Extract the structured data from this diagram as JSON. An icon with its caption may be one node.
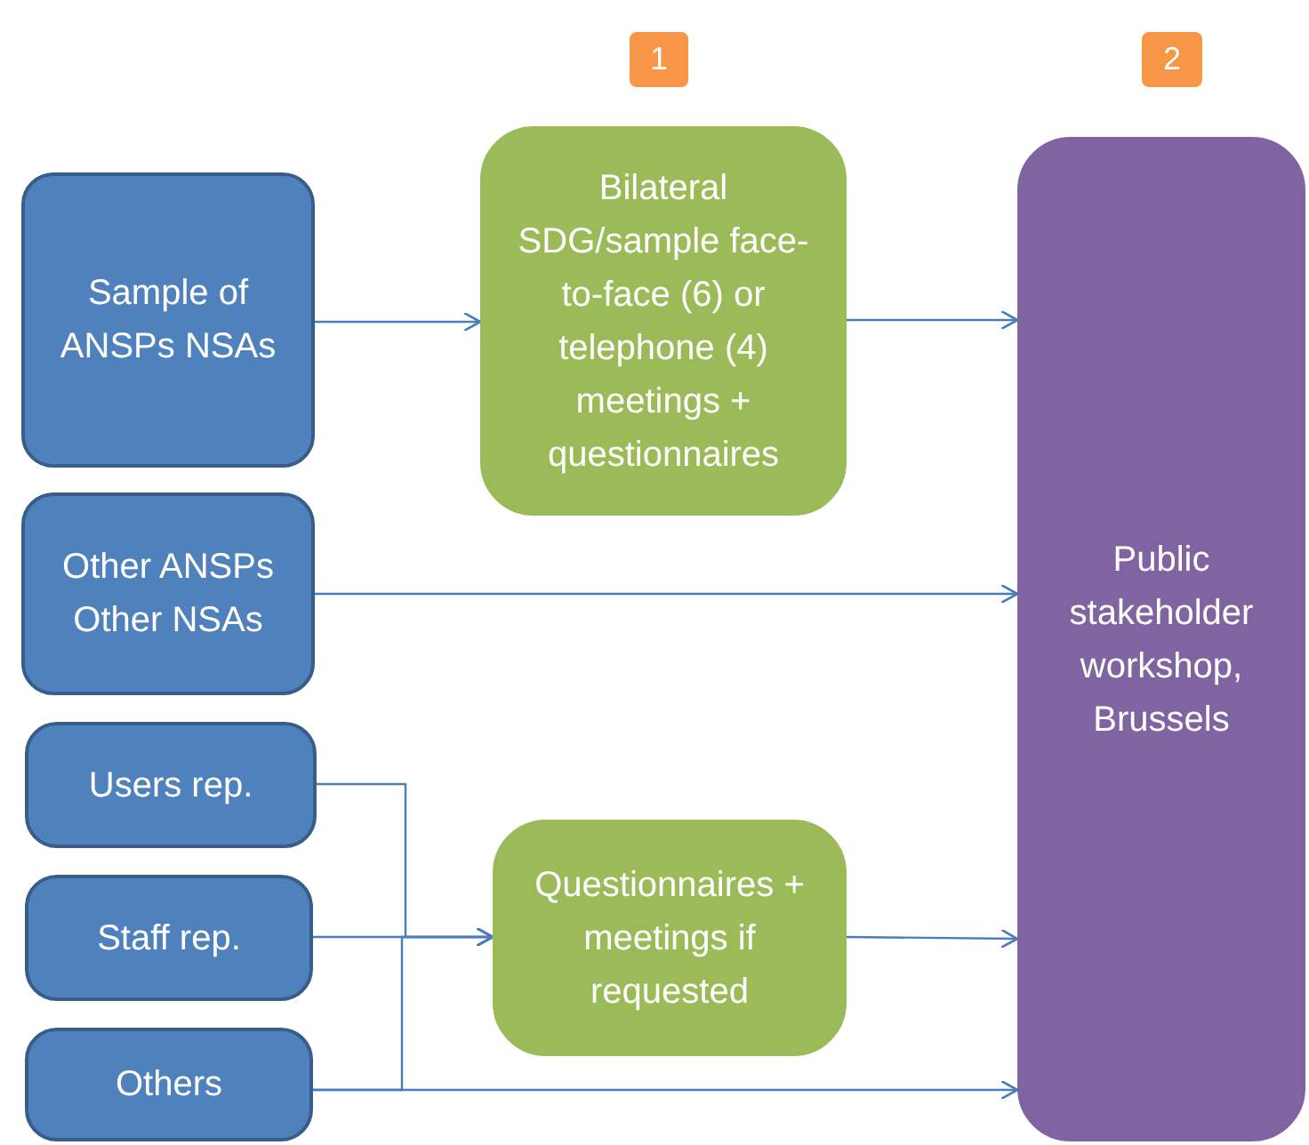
{
  "diagram": {
    "nodes": [
      {
        "text": [
          "1"
        ]
      },
      {
        "text": [
          "2"
        ]
      },
      {
        "text": [
          "Sample of ANSPs NSAs"
        ]
      },
      {
        "text": [
          "Other ANSPs Other NSAs"
        ]
      },
      {
        "text": [
          "Users rep."
        ]
      },
      {
        "text": [
          "Staff rep."
        ]
      },
      {
        "text": [
          "Others"
        ]
      },
      {
        "text": [
          "Bilateral SDG/sample face-to-face (6) or telephone (4) meetings + questionnaires"
        ]
      },
      {
        "text": [
          "Questionnaires + meetings if requested"
        ]
      },
      {
        "text": [
          "Public stakeholder workshop, Brussels"
        ]
      }
    ],
    "edges": [
      {
        "from": 2,
        "to": 7,
        "arrow": "to"
      },
      {
        "from": 7,
        "to": 9,
        "arrow": "to"
      },
      {
        "from": 3,
        "to": 9,
        "arrow": "to"
      },
      {
        "from": 4,
        "to": 8,
        "arrow": "to"
      },
      {
        "from": 5,
        "to": 8,
        "arrow": "to"
      },
      {
        "from": 6,
        "to": 8,
        "arrow": "to"
      },
      {
        "from": 8,
        "to": 9,
        "arrow": "to"
      },
      {
        "from": 6,
        "to": 9,
        "arrow": "to"
      }
    ]
  }
}
